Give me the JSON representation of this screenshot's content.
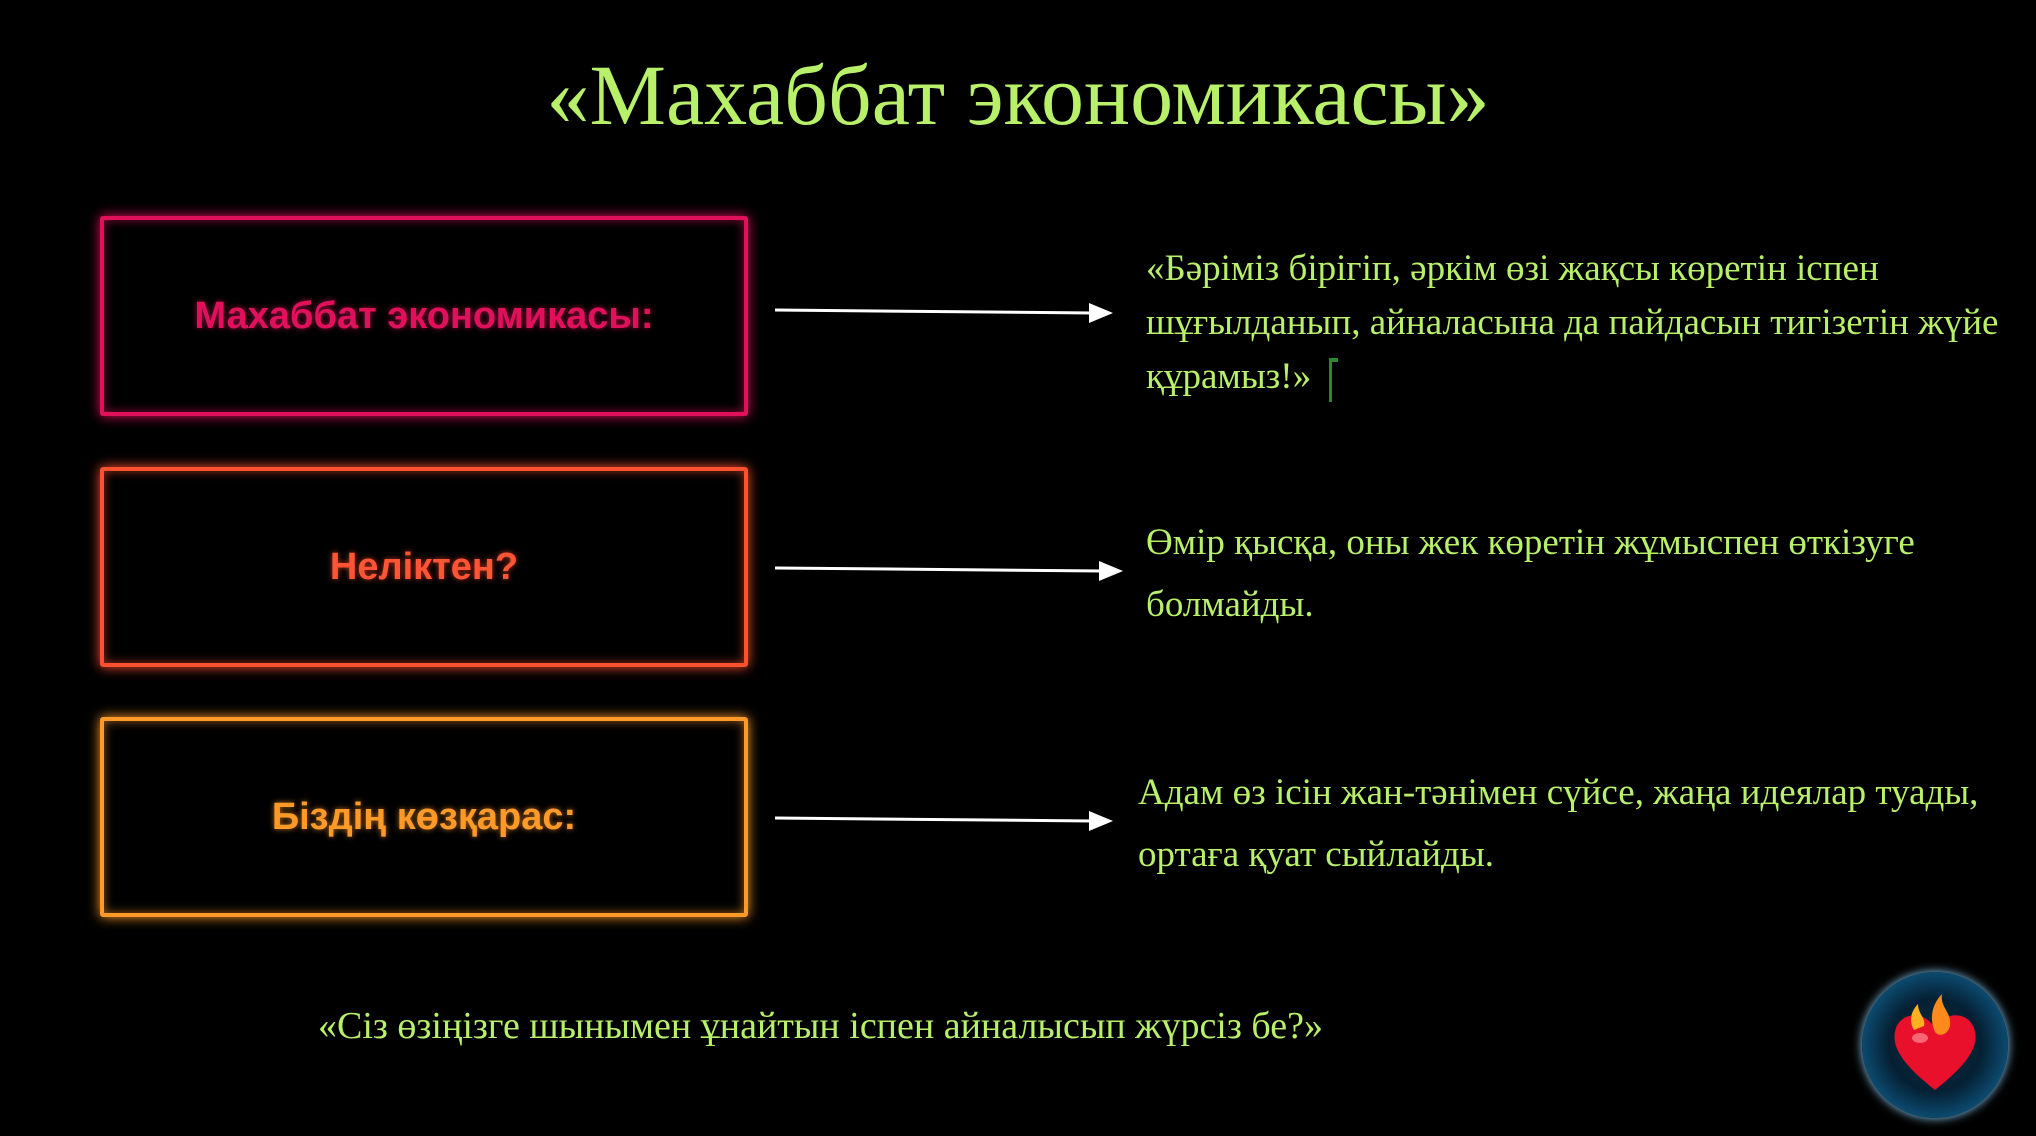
{
  "slide": {
    "title": "«Махаббат экономикасы»"
  },
  "boxes": [
    {
      "label": "Махаббат экономикасы:",
      "color": "#e0105a"
    },
    {
      "label": "Неліктен?",
      "color": "#ff5030"
    },
    {
      "label": "Біздің көзқарас:",
      "color": "#ff9a28"
    }
  ],
  "descriptions": [
    {
      "text": "«Бәріміз бірігіп, әркім өзі жақсы көретін іспен шұғылданып, айналасына да пайдасын тигізетін жүйе құрамыз!»"
    },
    {
      "text": "Өмір қысқа, оны жек көретін жұмыспен өткізуге болмайды."
    },
    {
      "text": "Адам өз ісін жан-тәнімен сүйсе, жаңа идеялар туады, ортаға қуат сыйлайды."
    }
  ],
  "bottom_question": "«Сіз өзіңізге шынымен ұнайтын іспен айналысып жүрсіз бе?»",
  "icons": {
    "heart_orb": "flaming-heart-icon"
  },
  "colors": {
    "background": "#000000",
    "text_green": "#b8f06a",
    "arrow": "#ffffff"
  }
}
